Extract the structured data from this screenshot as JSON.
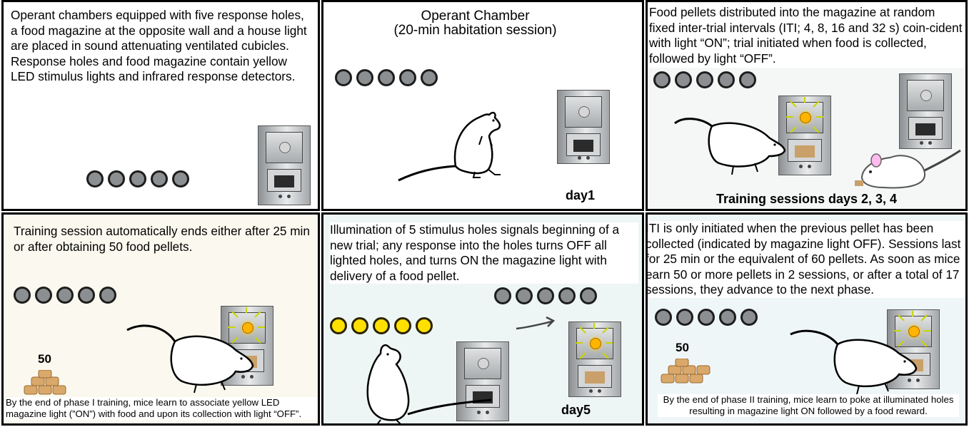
{
  "panel1": {
    "text": "Operant chambers equipped with five response holes, a food magazine at the opposite wall and a house light are placed in sound attenuating ventilated cubicles. Response holes and food magazine contain yellow LED stimulus lights and infrared response detectors."
  },
  "panel2": {
    "title_line1": "Operant Chamber",
    "title_line2": "(20-min habitation session)",
    "day": "day1"
  },
  "panel3": {
    "text": "Food pellets distributed into the magazine at random fixed inter-trial intervals (ITI; 4, 8, 16 and 32 s) coin-cident with light “ON”; trial initiated when food is collected, followed by light “OFF”.",
    "caption": "Training sessions days 2, 3, 4"
  },
  "panel4": {
    "text": "Training session automatically ends either after 25 min or after obtaining 50 food pellets.",
    "count": "50",
    "note": "By the end of phase I training, mice learn to associate yellow LED magazine light (”ON”) with food and upon its collection with light “OFF”."
  },
  "panel5": {
    "text": "Illumination of 5 stimulus holes signals beginning of a new trial; any response into the holes turns OFF all lighted holes, and turns ON the magazine light with delivery of a food pellet.",
    "day": "day5"
  },
  "panel6": {
    "text": "ITI is only initiated when the previous pellet has been collected (indicated by magazine light OFF). Sessions last for 25 min or the equivalent of 60 pellets. As soon as mice earn 50 or more pellets in 2 sessions, or after a total of 17 sessions, they advance to the next phase.",
    "count": "50",
    "note": "By the end of phase II training, mice learn to poke at illuminated holes resulting in magazine light ON followed by a food reward."
  },
  "colors": {
    "lit_hole": "#ffe000",
    "unlit_hole": "#8c8f91",
    "magazine_light": "#ffb400"
  }
}
